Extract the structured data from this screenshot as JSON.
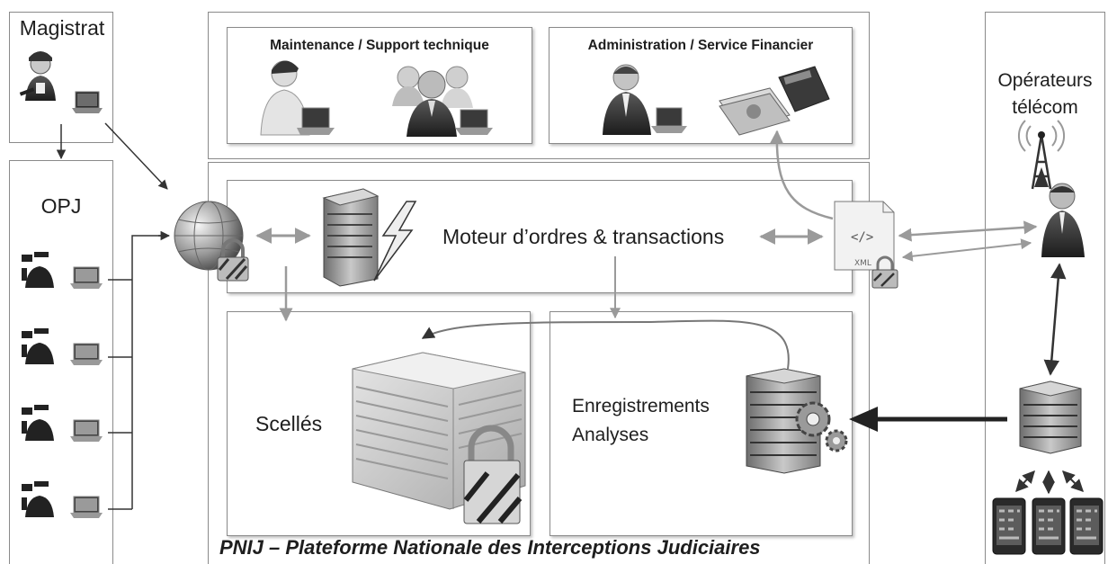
{
  "magistrat": {
    "label": "Magistrat"
  },
  "opj": {
    "label": "OPJ"
  },
  "support": {
    "label": "Maintenance / Support technique"
  },
  "admin": {
    "label": "Administration / Service Financier"
  },
  "moteur": {
    "label": "Moteur d’ordres & transactions"
  },
  "scelles": {
    "label": "Scellés"
  },
  "enregistrements": {
    "line1": "Enregistrements",
    "line2": "Analyses"
  },
  "operateurs": {
    "line1": "Opérateurs",
    "line2": "télécom"
  },
  "xml_badge": {
    "label": "XML"
  },
  "footer": {
    "label": "PNIJ – Plateforme Nationale des Interceptions Judiciaires"
  },
  "colors": {
    "border": "#8a8a8a",
    "arrow_dark": "#333333",
    "arrow_light": "#a9a9a9",
    "server_gray": "#8c8c8c"
  }
}
